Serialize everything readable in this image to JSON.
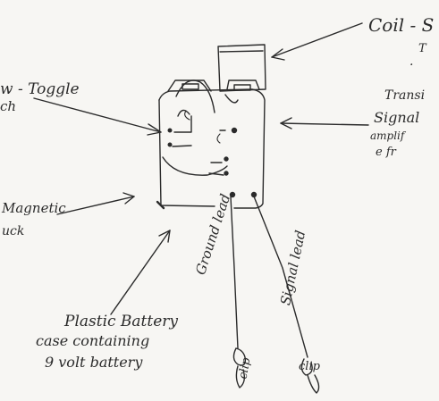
{
  "labels": {
    "coil": "Coil - S",
    "coil_t": "T",
    "coil_dot": ".",
    "toggle_1": "w - Toggle",
    "toggle_2": "ch",
    "transistor_1": "Transi",
    "transistor_2": "Signal",
    "transistor_3": "amplif",
    "transistor_4": "e fr",
    "magnet_1": "Magnetic",
    "magnet_2": "uck",
    "case_1": "Plastic Battery",
    "case_2": "case containing",
    "case_3": "9 volt battery",
    "ground_lead": "Ground lead",
    "signal_lead": "Signal lead",
    "clip_1": "clip",
    "clip_2": "clip"
  },
  "colors": {
    "ink": "#2b2b2b",
    "paper": "#f7f6f3"
  }
}
